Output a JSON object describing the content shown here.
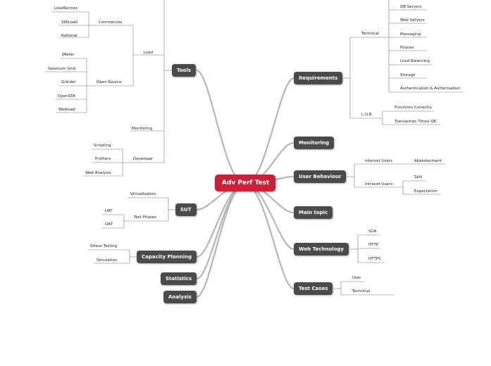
{
  "central": "Adv Perf Test",
  "main_topics": {
    "tools": "Tools",
    "sut": "SUT",
    "capacity_planning": "Capacity Planning",
    "statistics": "Statistics",
    "analysis": "Analysis",
    "requirements": "Requirements",
    "monitoring": "Monitoring",
    "user_behaviour": "User Behaviour",
    "main_topic": "Main topic",
    "web_technology": "Web Technology",
    "test_cases": "Test Cases"
  },
  "tools": {
    "load": "Load",
    "commercial": "Commercial",
    "loadrunner": "LoadRunner",
    "silkload": "SilkLoad",
    "rational": "Rational",
    "open_source": "Open Source",
    "jmeter": "JMeter",
    "selenium_grid": "Selenium Grid",
    "grinder": "Grinder",
    "openSTA": "OpenSTA",
    "webload": "Webload",
    "monitoring": "Monitoring",
    "developer": "Developer",
    "scripting": "Scripting",
    "profilers": "Profilers",
    "web_analysis": "Web Analysis"
  },
  "sut": {
    "virtualisation": "Virtualisation",
    "test_phases": "Test Phases",
    "uat": "UAT",
    "oat": "OAT"
  },
  "capacity": {
    "stress_testing": "Stress Testing",
    "simulation": "Simulation"
  },
  "requirements": {
    "technical": "Technical",
    "db_servers": "DB Servers",
    "web_servers": "Web Servers",
    "messaging": "Messaging",
    "proxies": "Proxies",
    "load_balancing": "Load Balancing",
    "storage": "Storage",
    "auth": "Authentication & Authorisation",
    "lob": "L.O.B.",
    "functions_correctly": "Functions Correctly",
    "transaction_times_ok": "Transaction Times OK"
  },
  "user_behaviour": {
    "internet_users": "Internet Users",
    "abandonment": "Abandonment",
    "intranet_users": "Intranet Users",
    "skill": "Skill",
    "expectation": "Expectation"
  },
  "web_technology": {
    "soa": "SOA",
    "http": "HTTP",
    "https": "HTTPS"
  },
  "test_cases": {
    "user": "User",
    "technical": "Technical"
  },
  "colors": {
    "central": "#c8203a",
    "topic": "#4a4a4a",
    "connector": "#b5b5b5",
    "branch_line": "#777777"
  }
}
